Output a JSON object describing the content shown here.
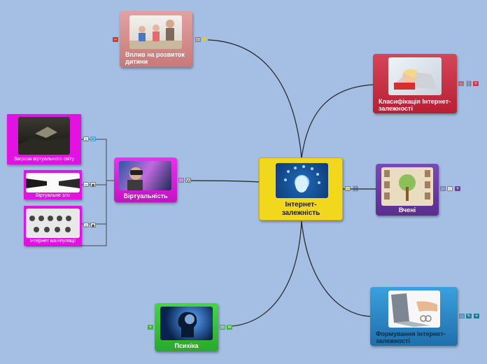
{
  "center": {
    "label": "Інтернет-\nзалежність"
  },
  "branches": [
    {
      "id": "vplyv",
      "label": "Вплив на розвиток дитини"
    },
    {
      "id": "klasyf",
      "label": "Класифікація Інтернет-залежності"
    },
    {
      "id": "vcheni",
      "label": "Вчені"
    },
    {
      "id": "formuv",
      "label": "Формування Інтернет-залежності"
    },
    {
      "id": "psykhika",
      "label": "Психіка"
    },
    {
      "id": "virt",
      "label": "Віртуальність"
    }
  ],
  "subtopics": [
    {
      "label": "Загроза віртуального світу"
    },
    {
      "label": "Віртуальне зло"
    },
    {
      "label": "Інтернет маніпуляції"
    }
  ],
  "icons": {
    "note": "note-icon",
    "link": "link-icon",
    "attachment": "attachment-icon",
    "expand": "expand-icon",
    "image": "image-icon"
  },
  "colors": {
    "background": "#a4bfe3",
    "center": "#f2d81c",
    "vplyv": "#d88e8e",
    "klasyf": "#c42a3c",
    "vcheni": "#6f3fa6",
    "formuv": "#2d8ac8",
    "psykhika": "#35c435",
    "virt": "#e01ae0"
  }
}
